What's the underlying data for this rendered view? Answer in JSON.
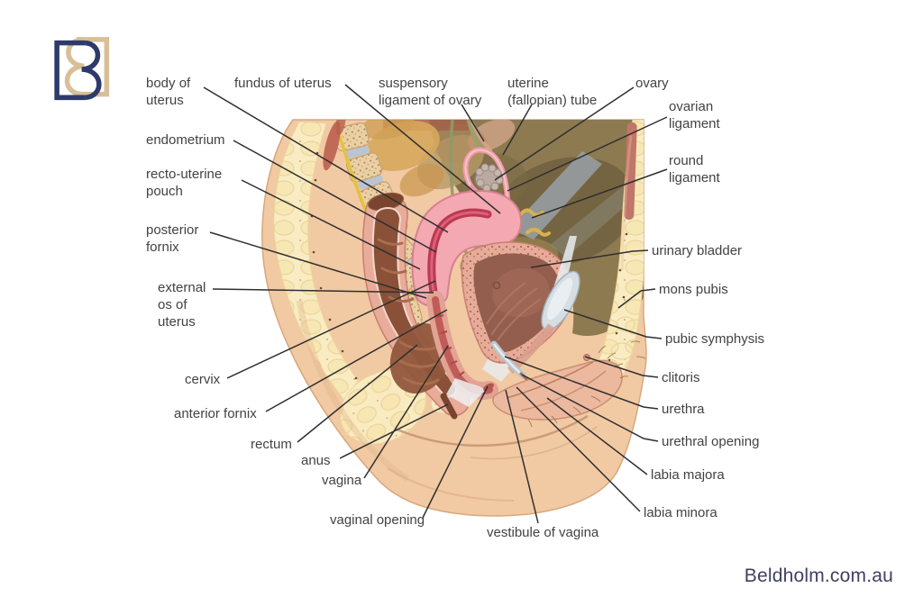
{
  "branding": {
    "logo_monogram": "BB",
    "logo_navy": "#2d3a6b",
    "logo_tan": "#d8bf97",
    "website": "Beldholm.com.au",
    "website_color": "#3f415f"
  },
  "diagram": {
    "label_text_color": "#424242",
    "leader_line_color": "#2f2f2f",
    "labels": [
      {
        "id": "body-of-uterus",
        "text": "body of\nuterus"
      },
      {
        "id": "fundus-of-uterus",
        "text": "fundus of uterus"
      },
      {
        "id": "suspensory-ligament",
        "text": "suspensory\nligament of ovary"
      },
      {
        "id": "uterine-tube",
        "text": "uterine\n(fallopian) tube"
      },
      {
        "id": "ovary",
        "text": "ovary"
      },
      {
        "id": "ovarian-ligament",
        "text": "ovarian\nligament"
      },
      {
        "id": "round-ligament",
        "text": "round\nligament"
      },
      {
        "id": "endometrium",
        "text": "endometrium"
      },
      {
        "id": "recto-uterine-pouch",
        "text": "recto-uterine\npouch"
      },
      {
        "id": "posterior-fornix",
        "text": "posterior\nfornix"
      },
      {
        "id": "urinary-bladder",
        "text": "urinary bladder"
      },
      {
        "id": "mons-pubis",
        "text": "mons pubis"
      },
      {
        "id": "external-os-of-uterus",
        "text": "external\nos of\nuterus"
      },
      {
        "id": "pubic-symphysis",
        "text": "pubic symphysis"
      },
      {
        "id": "clitoris",
        "text": "clitoris"
      },
      {
        "id": "cervix",
        "text": "cervix"
      },
      {
        "id": "urethra",
        "text": "urethra"
      },
      {
        "id": "anterior-fornix",
        "text": "anterior fornix"
      },
      {
        "id": "rectum",
        "text": "rectum"
      },
      {
        "id": "urethral-opening",
        "text": "urethral opening"
      },
      {
        "id": "anus",
        "text": "anus"
      },
      {
        "id": "labia-majora",
        "text": "labia majora"
      },
      {
        "id": "vagina",
        "text": "vagina"
      },
      {
        "id": "labia-minora",
        "text": "labia minora"
      },
      {
        "id": "vaginal-opening",
        "text": "vaginal opening"
      },
      {
        "id": "vestibule-of-vagina",
        "text": "vestibule of vagina"
      }
    ],
    "illustration_palette": {
      "skin": "#f1c9a3",
      "fat": "#f9ecc2",
      "bone": "#e9d0a5",
      "disc": "#b9c5d2",
      "muscle": "#c16a58",
      "cavity_olive": "#8d7a50",
      "rectum_interior": "#8a5038",
      "uterus_pink": "#f4a8b1",
      "endometrium_red": "#b93a52",
      "bladder_interior": "#935e4e",
      "pubic_symphysis_grey": "#d6dee4"
    }
  }
}
